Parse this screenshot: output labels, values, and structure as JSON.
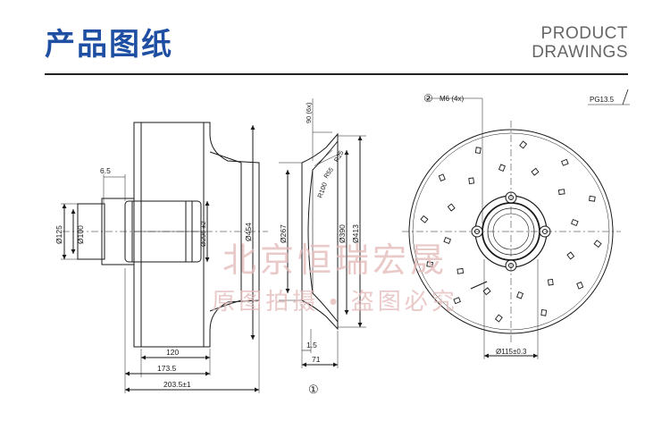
{
  "header": {
    "title_cn": "产品图纸",
    "title_en_line1": "PRODUCT",
    "title_en_line2": "DRAWINGS"
  },
  "drawing": {
    "dims": {
      "d_6_5": "6.5",
      "d_125": "Ø125",
      "d_100": "Ø100",
      "d_296": "Ø296 ±2",
      "d_454": "Ø454",
      "d_120": "120",
      "d_173_5": "173.5",
      "d_203_5": "203.5±1",
      "d_267": "Ø267",
      "d_390": "Ø390",
      "d_413": "Ø413",
      "d_1_5": "1.5",
      "d_71": "71",
      "d_r100": "R100",
      "d_r25": "R25",
      "d_r55": "R55",
      "d_90": "90 (6x)",
      "d_115": "Ø115±0.3"
    },
    "callouts": {
      "c1": "①",
      "c2": "②",
      "m6": "M6 (4x)",
      "pg": "PG13.5"
    },
    "watermark": {
      "line1": "北京恒瑞宏晟",
      "line2": "原图拍摄 • 盗图必究"
    }
  },
  "colors": {
    "title_blue": "#1f4fa3",
    "line": "#1a1a1a",
    "watermark": "#e9c4c4"
  }
}
